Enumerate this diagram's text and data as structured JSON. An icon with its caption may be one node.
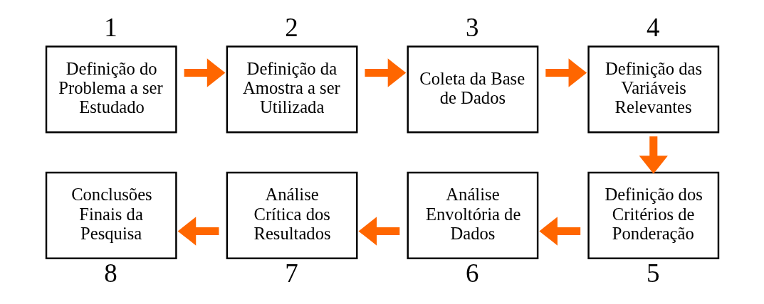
{
  "diagram": {
    "nodes": [
      {
        "text": [
          "Definição do Problema a ser Estudado"
        ],
        "beside": [
          "1"
        ]
      },
      {
        "text": [
          "Definição da Amostra a ser Utilizada"
        ],
        "beside": [
          "2"
        ]
      },
      {
        "text": [
          "Coleta da Base de Dados"
        ],
        "beside": [
          "3"
        ]
      },
      {
        "text": [
          "Definição das Variáveis Relevantes"
        ],
        "beside": [
          "4"
        ]
      },
      {
        "text": [
          "Definição dos Critérios de Ponderação"
        ],
        "beside": [
          "5"
        ]
      },
      {
        "text": [
          "Análise Envoltória de Dados"
        ],
        "beside": [
          "6"
        ]
      },
      {
        "text": [
          "Análise Crítica dos Resultados"
        ],
        "beside": [
          "7"
        ]
      },
      {
        "text": [
          "Conclusões Finais da Pesquisa"
        ],
        "beside": [
          "8"
        ]
      }
    ],
    "edges": [
      {
        "from": 0,
        "to": 1,
        "arrow": "to"
      },
      {
        "from": 1,
        "to": 2,
        "arrow": "to"
      },
      {
        "from": 2,
        "to": 3,
        "arrow": "to"
      },
      {
        "from": 3,
        "to": 4,
        "arrow": "to"
      },
      {
        "from": 4,
        "to": 5,
        "arrow": "to"
      },
      {
        "from": 5,
        "to": 6,
        "arrow": "to"
      },
      {
        "from": 6,
        "to": 7,
        "arrow": "to"
      }
    ]
  }
}
